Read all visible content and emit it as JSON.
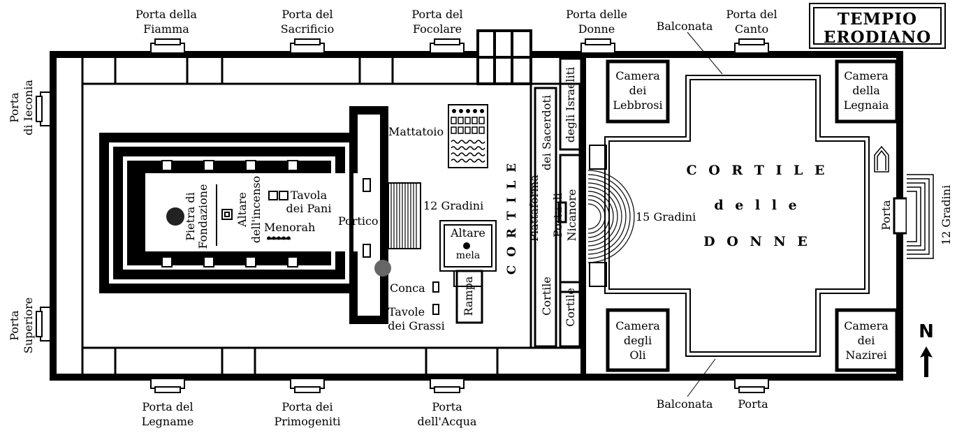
{
  "title": {
    "line1": "TEMPIO",
    "line2": "ERODIANO"
  },
  "north": "N",
  "gates": {
    "porta_fiamma": [
      "Porta della",
      "Fiamma"
    ],
    "porta_sacrificio": [
      "Porta del",
      "Sacrificio"
    ],
    "porta_focolare": [
      "Porta del",
      "Focolare"
    ],
    "porta_donne": [
      "Porta delle",
      "Donne"
    ],
    "porta_canto": [
      "Porta del",
      "Canto"
    ],
    "porta_legname": [
      "Porta del",
      "Legname"
    ],
    "porta_primogeniti": [
      "Porta dei",
      "Primogeniti"
    ],
    "porta_acqua": [
      "Porta",
      "dell'Acqua"
    ],
    "porta_south": "Porta",
    "porta_east": "Porta",
    "porta_ieconia": [
      "Porta",
      "di Ieconia"
    ],
    "porta_superiore": [
      "Porta",
      "Superiore"
    ]
  },
  "labels": {
    "balconata_n": "Balconata",
    "balconata_s": "Balconata",
    "camera_lebbrosi": [
      "Camera",
      "dei",
      "Lebbrosi"
    ],
    "camera_legnaia": [
      "Camera",
      "della",
      "Legnaia"
    ],
    "camera_oli": [
      "Camera",
      "degli",
      "Oli"
    ],
    "camera_nazirei": [
      "Camera",
      "dei",
      "Nazirei"
    ],
    "cortile_donne": [
      "C O R T I L E",
      "d e l l e",
      "D O N N E"
    ],
    "cortile": "C O R T I L E",
    "gradini_15": "15 Gradini",
    "gradini_12_e": "12 Gradini",
    "gradini_12": "12 Gradini",
    "mattatoio": "Mattatoio",
    "tavola_pani": [
      "Tavola",
      "dei Pani"
    ],
    "pietra_fondazione": [
      "Pietra di",
      "Fondazione"
    ],
    "altare_incenso": [
      "Altare",
      "dell'incenso"
    ],
    "menorah": "Menorah",
    "portico": "Portico",
    "altare": "Altare",
    "mela": "mela",
    "rampa": "Rampa",
    "conca": "Conca",
    "tavole_grassi": [
      "Tavole",
      "dei Grassi"
    ],
    "piattaforma": "Piattaforma",
    "dei_sacerdoti": "dei Sacerdoti",
    "degli_israeliti": "degli Israeliti",
    "porta_nicanore": [
      "Porta di",
      "Nicanore"
    ],
    "cortile_1": "Cortile",
    "cortile_2": "Cortile"
  }
}
